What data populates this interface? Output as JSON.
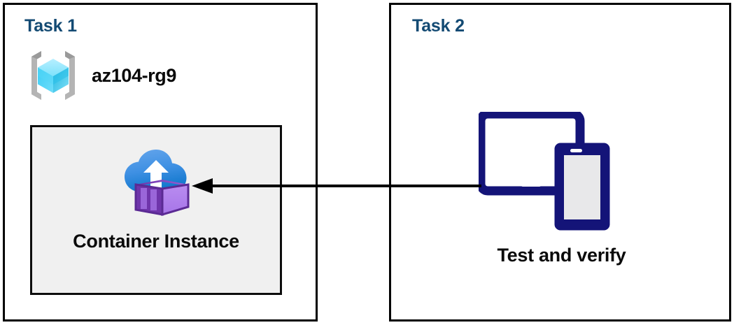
{
  "diagram": {
    "title": "Azure Container Instance task diagram",
    "background_color": "#ffffff",
    "panels": [
      {
        "id": "task1",
        "title": "Task 1",
        "title_color": "#134a73",
        "border_color": "#000000",
        "resource_group": {
          "icon_name": "resource-group-icon",
          "label": "az104-rg9",
          "label_color": "#0a0a0a"
        },
        "card": {
          "icon_name": "container-instance-icon",
          "label": "Container Instance",
          "background_color": "#f0f0f0",
          "border_color": "#0d0d0d"
        }
      },
      {
        "id": "task2",
        "title": "Task 2",
        "title_color": "#134a73",
        "border_color": "#000000",
        "devices": {
          "icon_name": "tablet-and-phone-icon",
          "label": "Test and verify",
          "icon_color": "#141478",
          "screen_color": "#e8e8ea"
        }
      }
    ],
    "connector": {
      "name": "arrow-task2-to-container-instance",
      "direction": "right-to-left",
      "color": "#000000",
      "from": "Test and verify",
      "to": "Container Instance"
    },
    "palette": {
      "accent_blue": "#134a73",
      "navy": "#141478",
      "cloud_top": "#5ea0e8",
      "cloud_bottom": "#1478cf",
      "container_light": "#b07ae8",
      "container_dark": "#5b2a94",
      "cube_cyan_light": "#9fe8fb",
      "cube_cyan": "#35ccf5",
      "bracket_gray": "#a8a8a8"
    }
  }
}
